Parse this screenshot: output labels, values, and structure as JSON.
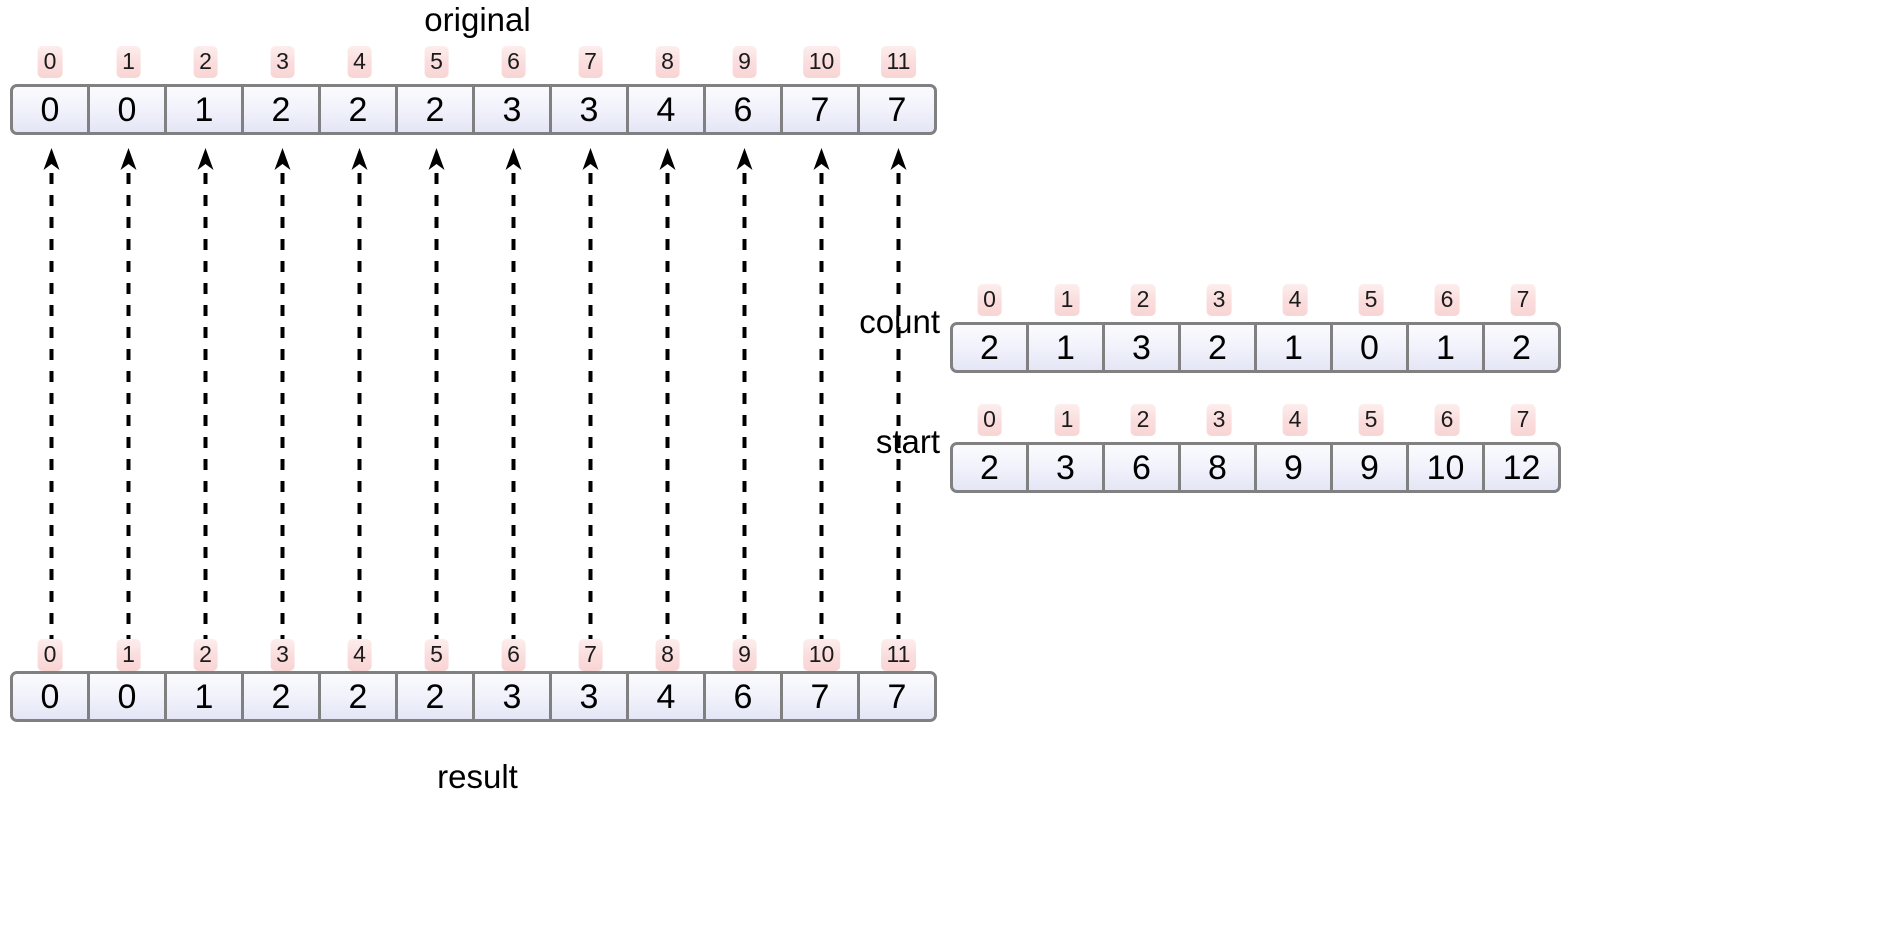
{
  "diagram": {
    "title_label": "original",
    "bottom_label": "result",
    "count_label": "count",
    "start_label": "start",
    "accent_index_bg": "#f9d5d5",
    "cell_bg": "#e7e9f7",
    "cell_border": "#808080",
    "arrow_color": "#000000"
  },
  "arrays": {
    "original": {
      "name": "original",
      "indices": [
        "0",
        "1",
        "2",
        "3",
        "4",
        "5",
        "6",
        "7",
        "8",
        "9",
        "10",
        "11"
      ],
      "values": [
        "0",
        "0",
        "1",
        "2",
        "2",
        "2",
        "3",
        "3",
        "4",
        "6",
        "7",
        "7"
      ]
    },
    "result": {
      "name": "result",
      "indices": [
        "0",
        "1",
        "2",
        "3",
        "4",
        "5",
        "6",
        "7",
        "8",
        "9",
        "10",
        "11"
      ],
      "values": [
        "0",
        "0",
        "1",
        "2",
        "2",
        "2",
        "3",
        "3",
        "4",
        "6",
        "7",
        "7"
      ]
    },
    "count": {
      "name": "count",
      "indices": [
        "0",
        "1",
        "2",
        "3",
        "4",
        "5",
        "6",
        "7"
      ],
      "values": [
        "2",
        "1",
        "3",
        "2",
        "1",
        "0",
        "1",
        "2"
      ]
    },
    "start": {
      "name": "start",
      "indices": [
        "0",
        "1",
        "2",
        "3",
        "4",
        "5",
        "6",
        "7"
      ],
      "values": [
        "2",
        "3",
        "6",
        "8",
        "9",
        "9",
        "10",
        "12"
      ]
    }
  },
  "arrows": {
    "count": 12,
    "description": "dashed vertical arrows from result cells up to original cells"
  }
}
